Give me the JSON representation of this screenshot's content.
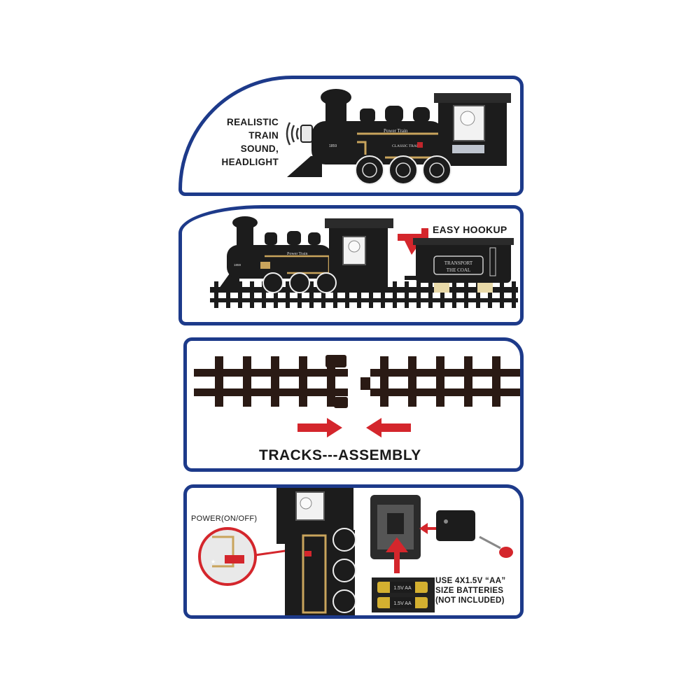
{
  "panel_sound": {
    "lines": [
      "REALISTIC",
      "TRAIN",
      "SOUND,",
      "HEADLIGHT"
    ],
    "engine_text": "Power Train",
    "engine_sub": "CLASSIC TRAIN",
    "engine_num": "1859"
  },
  "panel_hookup": {
    "label": "EASY HOOKUP",
    "tender_line1": "TRANSPORT",
    "tender_line2": "THE COAL",
    "engine_text": "Power Train",
    "engine_num": "1859"
  },
  "panel_tracks": {
    "label": "TRACKS---ASSEMBLY"
  },
  "panel_battery": {
    "power_label": "POWER(ON/OFF)",
    "battery_lines": [
      "USE 4X1.5V “AA”",
      "SIZE BATTERIES",
      "(NOT INCLUDED)"
    ],
    "battery_cell_label": "1.5V AA"
  },
  "colors": {
    "frame": "#1d3a8a",
    "arrow": "#d4262c",
    "train": "#1c1c1c",
    "gold": "#c9a45c",
    "track": "#2a1a14"
  }
}
